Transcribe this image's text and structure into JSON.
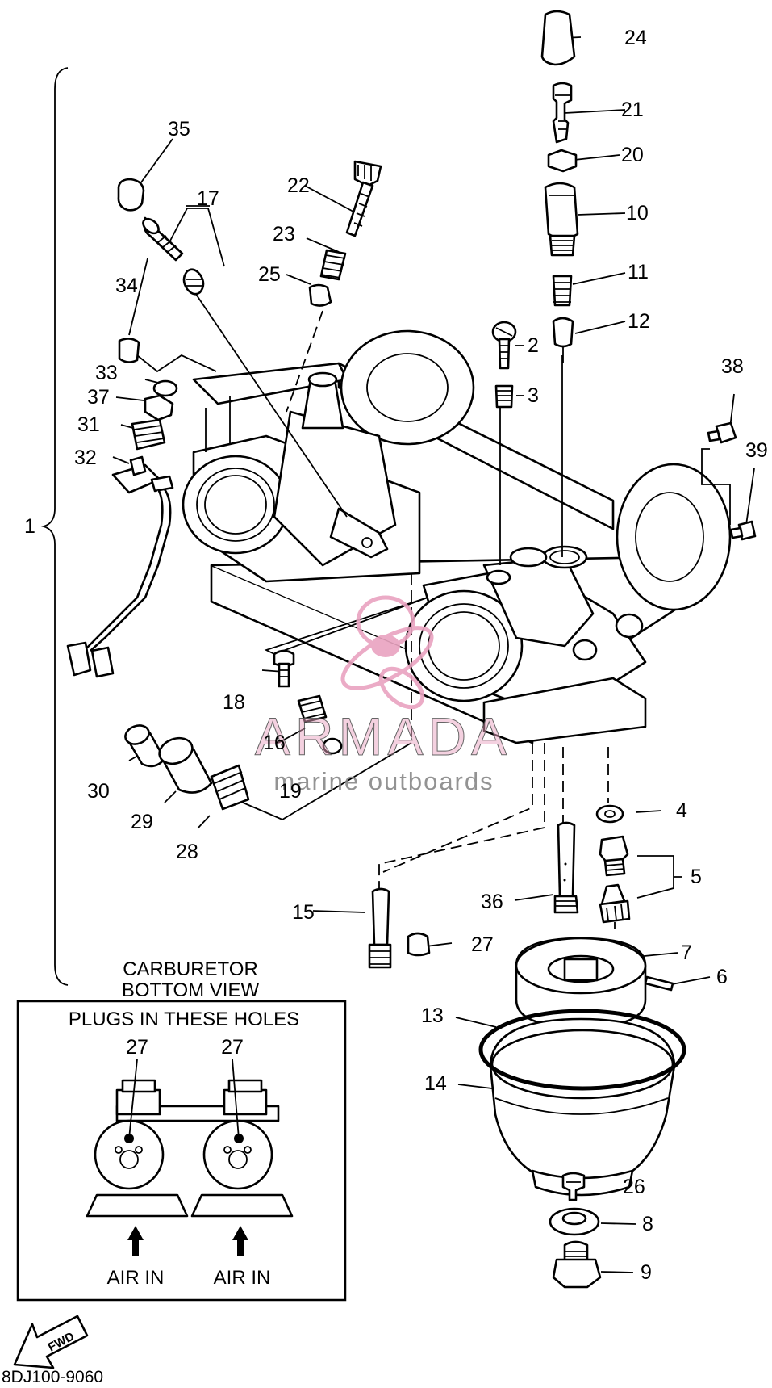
{
  "callouts": {
    "c1": "1",
    "c2": "2",
    "c3": "3",
    "c4": "4",
    "c5": "5",
    "c6": "6",
    "c7": "7",
    "c8": "8",
    "c9": "9",
    "c10": "10",
    "c11": "11",
    "c12": "12",
    "c13": "13",
    "c14": "14",
    "c15": "15",
    "c16": "16",
    "c17": "17",
    "c18": "18",
    "c19": "19",
    "c20": "20",
    "c21": "21",
    "c22": "22",
    "c23": "23",
    "c24": "24",
    "c25": "25",
    "c26": "26",
    "c27": "27",
    "c28": "28",
    "c29": "29",
    "c30": "30",
    "c31": "31",
    "c32": "32",
    "c33": "33",
    "c34": "34",
    "c35": "35",
    "c36": "36",
    "c37": "37",
    "c38": "38",
    "c39": "39"
  },
  "inset": {
    "title_line1": "CARBURETOR",
    "title_line2": "BOTTOM VIEW",
    "header": "PLUGS IN THESE HOLES",
    "plug_left": "27",
    "plug_right": "27",
    "air_left": "AIR IN",
    "air_right": "AIR IN"
  },
  "fwd_label": "FWD",
  "drawing_code": "8DJ100-9060",
  "watermark": {
    "brand": "ARMADA",
    "tagline": "marine outboards",
    "color": "#e9a3c0"
  }
}
